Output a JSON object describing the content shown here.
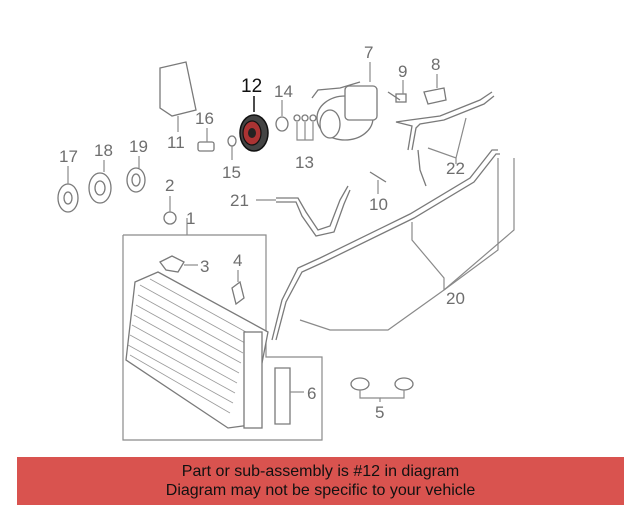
{
  "callouts": {
    "c1": "1",
    "c2": "2",
    "c3": "3",
    "c4": "4",
    "c5": "5",
    "c6": "6",
    "c7": "7",
    "c8": "8",
    "c9": "9",
    "c10": "10",
    "c11": "11",
    "c12": "12",
    "c13": "13",
    "c14": "14",
    "c15": "15",
    "c16": "16",
    "c17": "17",
    "c18": "18",
    "c19": "19",
    "c20": "20",
    "c21": "21",
    "c22": "22"
  },
  "highlighted_part": "12",
  "banner": {
    "line1": "Part or sub-assembly is #12 in diagram",
    "line2": "Diagram may not be specific to your vehicle",
    "color": "#d9534f"
  }
}
